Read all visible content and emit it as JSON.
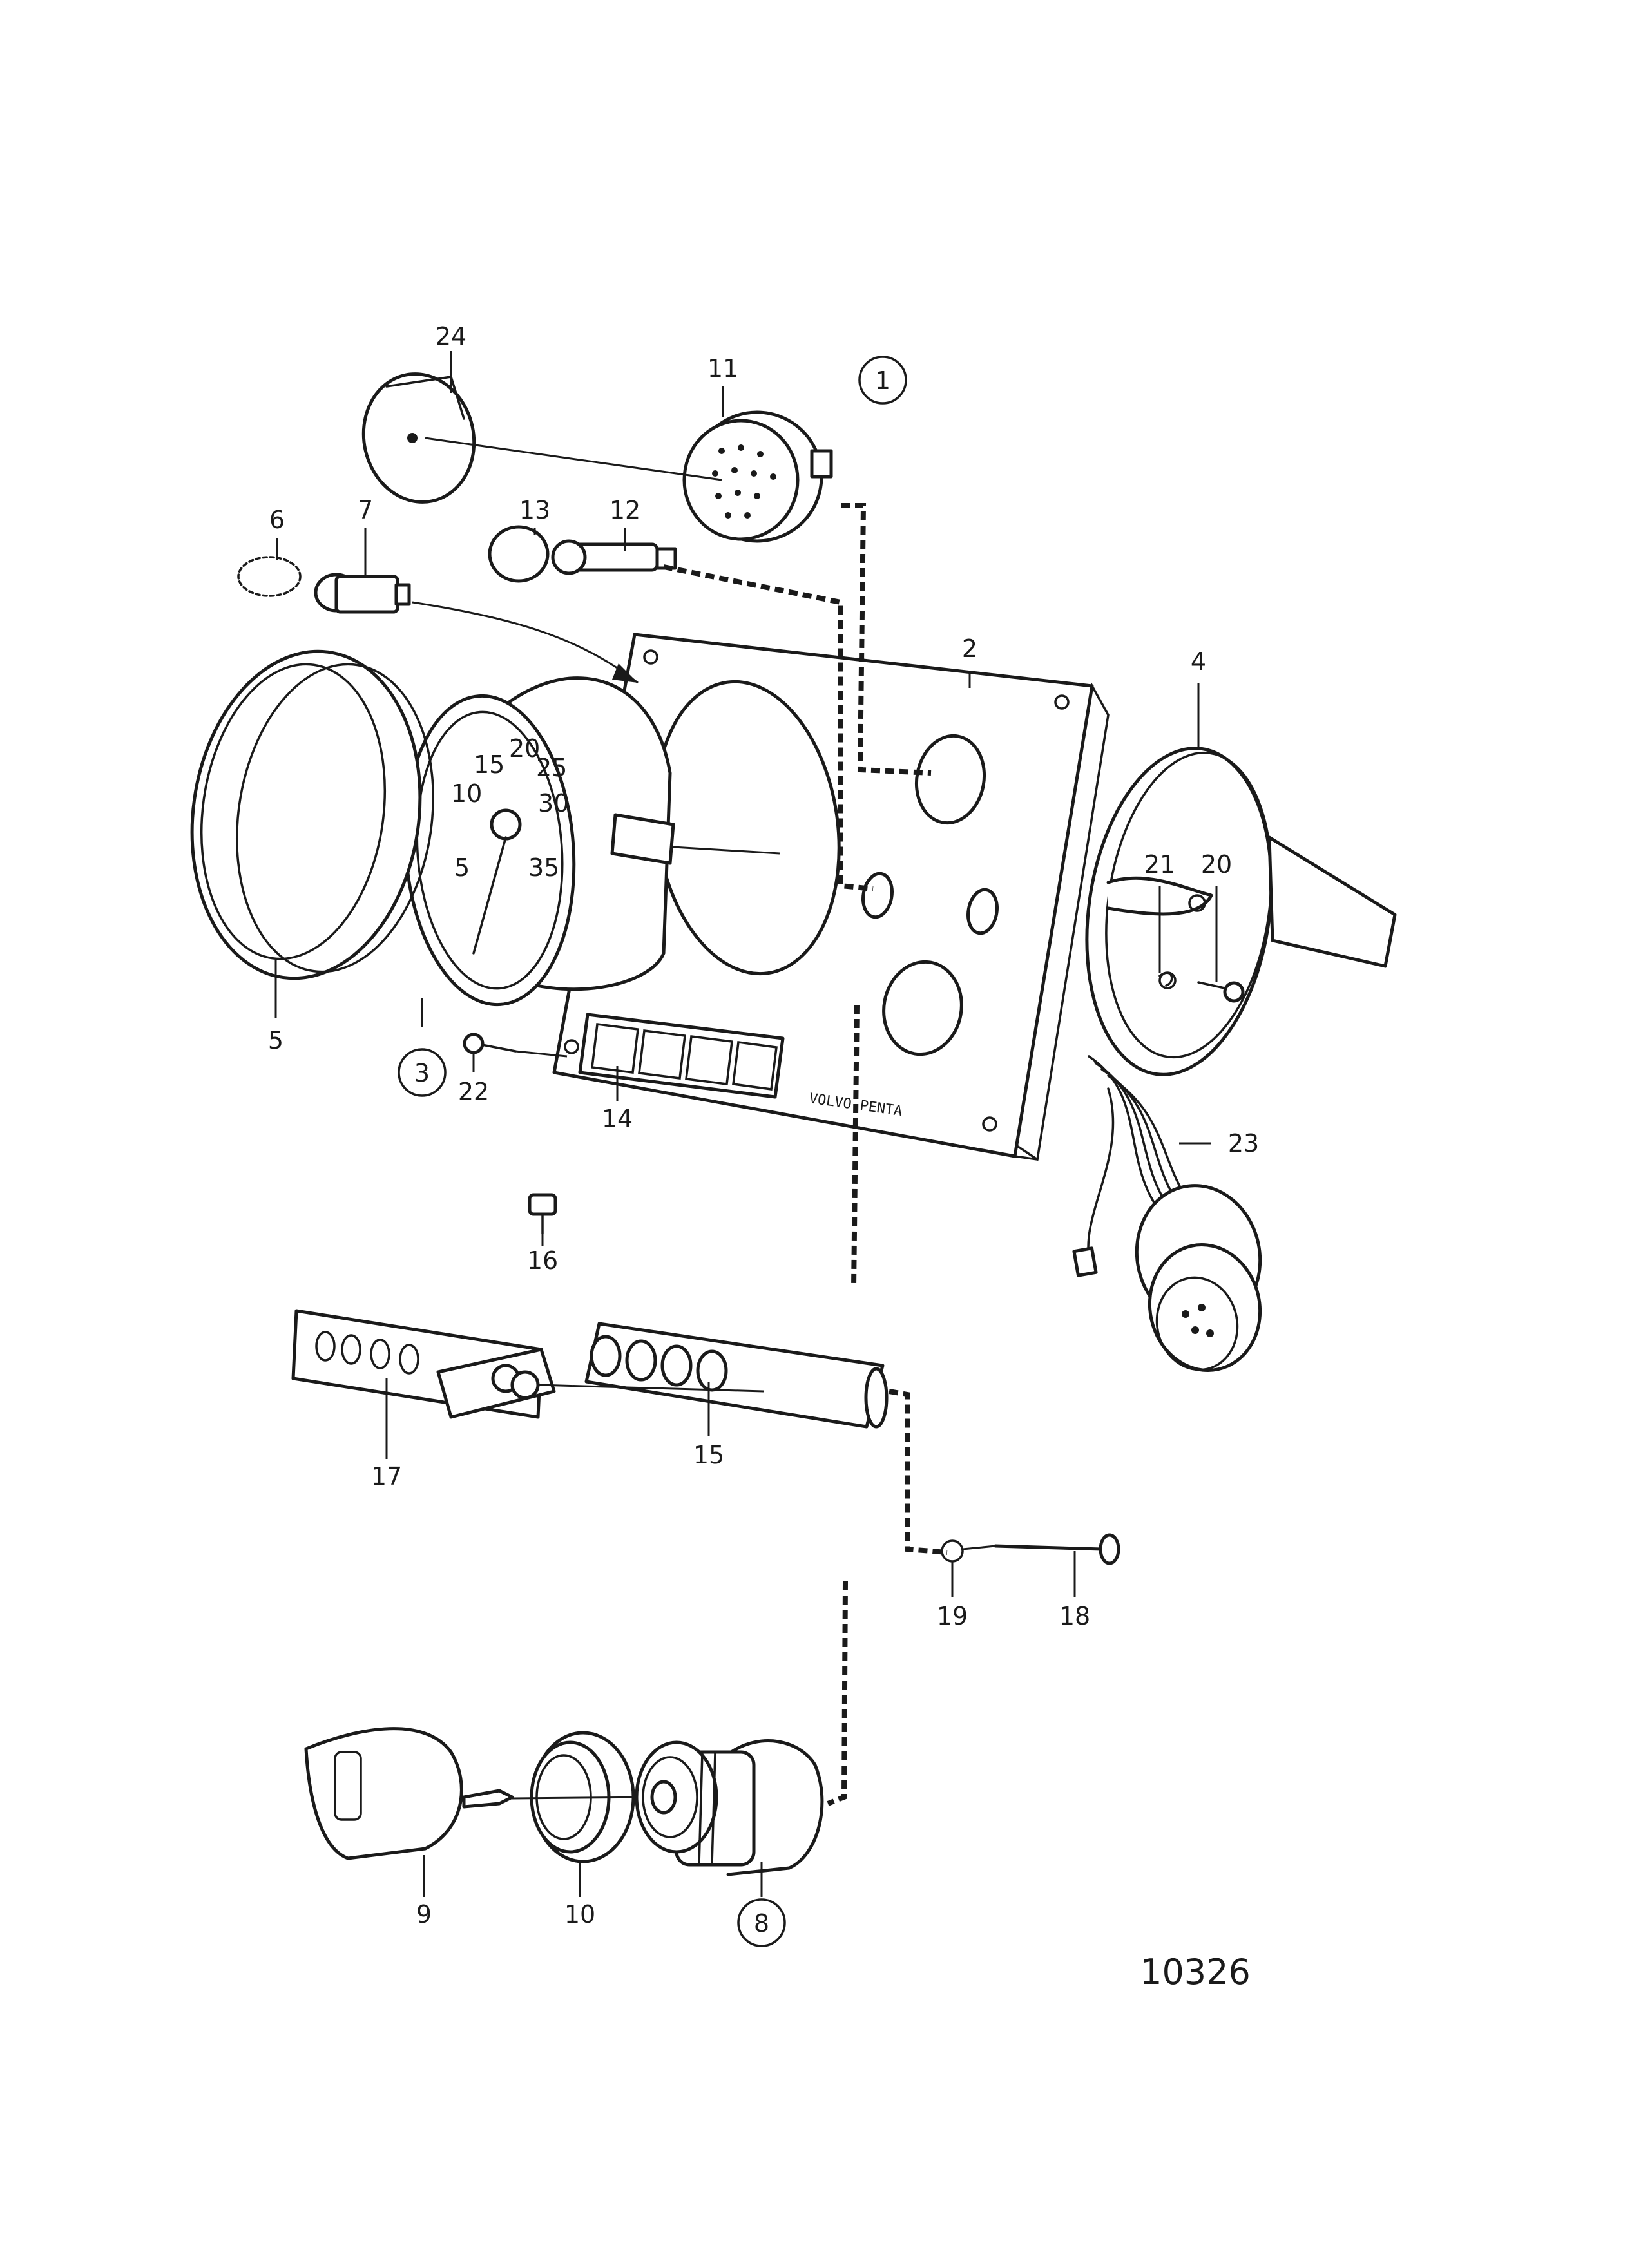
{
  "diagram": {
    "drawing_number": "10326",
    "callouts": [
      {
        "id": "c1",
        "label": "1",
        "circled": true
      },
      {
        "id": "c2",
        "label": "2",
        "circled": false
      },
      {
        "id": "c3",
        "label": "3",
        "circled": true
      },
      {
        "id": "c4",
        "label": "4",
        "circled": false
      },
      {
        "id": "c5",
        "label": "5",
        "circled": false
      },
      {
        "id": "c6",
        "label": "6",
        "circled": false
      },
      {
        "id": "c7",
        "label": "7",
        "circled": false
      },
      {
        "id": "c8",
        "label": "8",
        "circled": true
      },
      {
        "id": "c9",
        "label": "9",
        "circled": false
      },
      {
        "id": "c10",
        "label": "10",
        "circled": false
      },
      {
        "id": "c11",
        "label": "11",
        "circled": false
      },
      {
        "id": "c12",
        "label": "12",
        "circled": false
      },
      {
        "id": "c13",
        "label": "13",
        "circled": false
      },
      {
        "id": "c14",
        "label": "14",
        "circled": false
      },
      {
        "id": "c15",
        "label": "15",
        "circled": false
      },
      {
        "id": "c16",
        "label": "16",
        "circled": false
      },
      {
        "id": "c17",
        "label": "17",
        "circled": false
      },
      {
        "id": "c18",
        "label": "18",
        "circled": false
      },
      {
        "id": "c19",
        "label": "19",
        "circled": false
      },
      {
        "id": "c20",
        "label": "20",
        "circled": false
      },
      {
        "id": "c21",
        "label": "21",
        "circled": false
      },
      {
        "id": "c22",
        "label": "22",
        "circled": false
      },
      {
        "id": "c23",
        "label": "23",
        "circled": false
      },
      {
        "id": "c24",
        "label": "24",
        "circled": false
      }
    ],
    "panel_text": "VOLVO PENTA",
    "gauge_ticks": [
      "10",
      "15",
      "20",
      "25",
      "30",
      "35",
      "5"
    ]
  }
}
